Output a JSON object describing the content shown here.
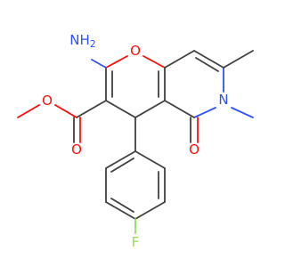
{
  "molecule": {
    "atoms": [
      {
        "symbol": "N",
        "hydrogens": "H",
        "count": "2",
        "color": "#3050F8"
      },
      {
        "symbol": "O",
        "color": "#FF0D0D"
      },
      {
        "symbol": "O",
        "color": "#FF0D0D"
      },
      {
        "symbol": "O",
        "color": "#FF0D0D"
      },
      {
        "symbol": "N",
        "color": "#3050F8"
      },
      {
        "symbol": "O",
        "color": "#FF0D0D"
      },
      {
        "symbol": "F",
        "color": "#90E050"
      }
    ],
    "bond_color": "#404040"
  }
}
